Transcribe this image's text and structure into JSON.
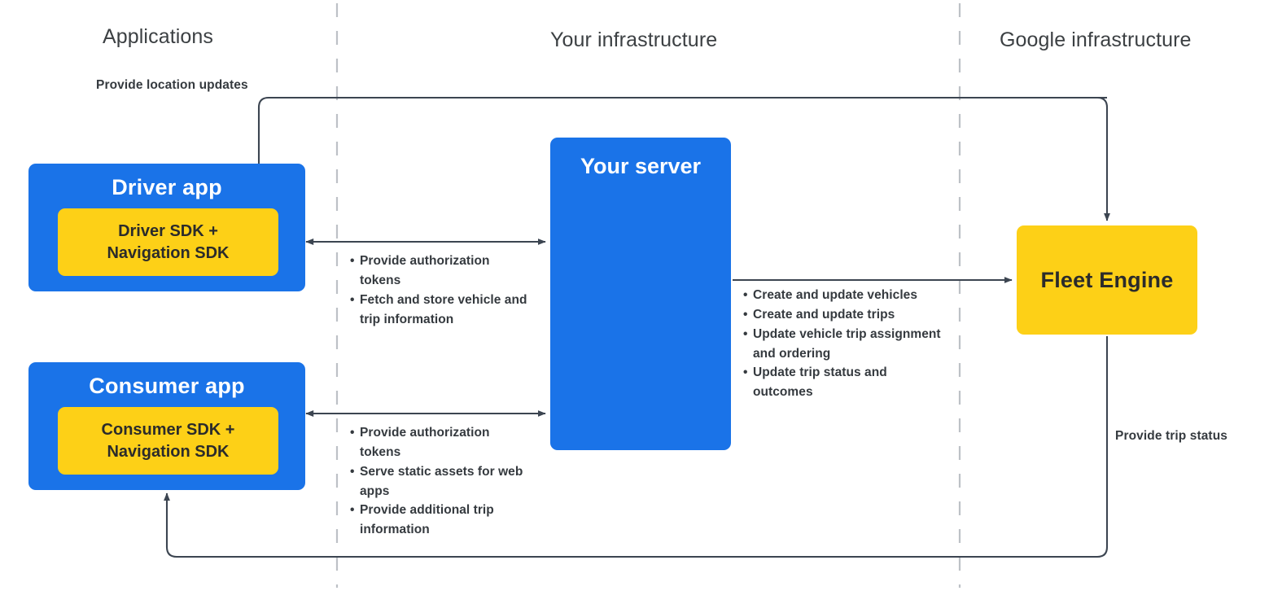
{
  "columns": [
    {
      "id": "applications",
      "label": "Applications"
    },
    {
      "id": "your-infrastructure",
      "label": "Your infrastructure"
    },
    {
      "id": "google-infrastructure",
      "label": "Google infrastructure"
    }
  ],
  "nodes": {
    "driver_app": {
      "title": "Driver app",
      "sdk_label": "Driver SDK +\nNavigation SDK",
      "sdk_line1": "Driver SDK +",
      "sdk_line2": "Navigation SDK",
      "color": "#1a73e8",
      "sdk_color": "#fdd017"
    },
    "consumer_app": {
      "title": "Consumer app",
      "sdk_label": "Consumer SDK +\nNavigation SDK",
      "sdk_line1": "Consumer SDK +",
      "sdk_line2": "Navigation SDK",
      "color": "#1a73e8",
      "sdk_color": "#fdd017"
    },
    "your_server": {
      "title": "Your server",
      "color": "#1a73e8"
    },
    "fleet_engine": {
      "title": "Fleet Engine",
      "color": "#fdd017"
    }
  },
  "edges": {
    "driver_to_fleet": {
      "label": "Provide location updates",
      "direction": "fleet-engine-to-driver-sdk"
    },
    "fleet_to_consumer": {
      "label": "Provide trip status",
      "direction": "fleet-engine-to-consumer-app"
    },
    "driver_server": {
      "direction": "bidirectional",
      "bullets": [
        "Provide authorization tokens",
        "Fetch and store vehicle and trip information"
      ]
    },
    "consumer_server": {
      "direction": "bidirectional",
      "bullets": [
        "Provide authorization tokens",
        "Serve static assets for web apps",
        "Provide additional trip information"
      ]
    },
    "server_fleet": {
      "direction": "server-to-fleet-engine",
      "bullets": [
        "Create and update vehicles",
        "Create and update trips",
        "Update vehicle trip assignment and ordering",
        "Update trip status and outcomes"
      ]
    }
  },
  "colors": {
    "blue": "#1a73e8",
    "yellow": "#fdd017",
    "line": "#3c4551",
    "divider": "#bdc1c6",
    "header_text": "#3c4043",
    "label_text": "#353a3f"
  }
}
